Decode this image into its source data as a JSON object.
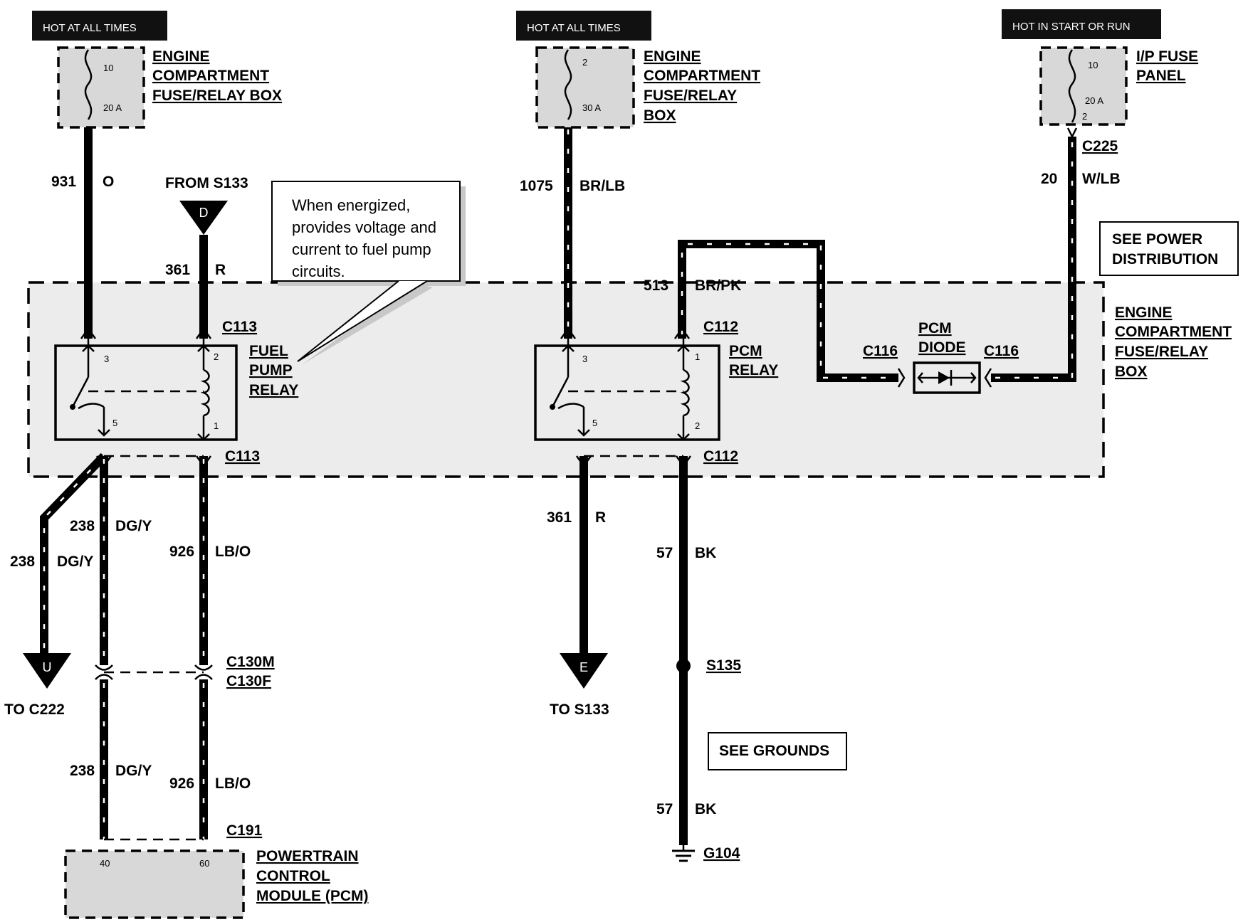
{
  "headers": {
    "left": "HOT AT ALL TIMES",
    "middle": "HOT AT ALL TIMES",
    "right": "HOT IN START OR RUN"
  },
  "fuses": {
    "left": {
      "top": "10",
      "rating": "20 A",
      "name_lines": [
        "ENGINE",
        "COMPARTMENT",
        "FUSE/RELAY BOX"
      ]
    },
    "middle": {
      "top": "2",
      "rating": "30 A",
      "name_lines": [
        "ENGINE",
        "COMPARTMENT",
        "FUSE/RELAY",
        "BOX"
      ]
    },
    "right": {
      "top": "10",
      "rating": "20 A",
      "bottom": "2",
      "name_lines": [
        "I/P FUSE",
        "PANEL"
      ]
    }
  },
  "wires": {
    "w931": {
      "circuit": "931",
      "color": "O"
    },
    "w361_in": {
      "circuit": "361",
      "color": "R"
    },
    "w1075": {
      "circuit": "1075",
      "color": "BR/LB"
    },
    "w513": {
      "circuit": "513",
      "color": "BR/PK"
    },
    "w20": {
      "circuit": "20",
      "color": "W/LB"
    },
    "w238_u": {
      "circuit": "238",
      "color": "DG/Y"
    },
    "w238_a": {
      "circuit": "238",
      "color": "DG/Y"
    },
    "w926_a": {
      "circuit": "926",
      "color": "LB/O"
    },
    "w238_b": {
      "circuit": "238",
      "color": "DG/Y"
    },
    "w926_b": {
      "circuit": "926",
      "color": "LB/O"
    },
    "w361_out": {
      "circuit": "361",
      "color": "R"
    },
    "w57_a": {
      "circuit": "57",
      "color": "BK"
    },
    "w57_b": {
      "circuit": "57",
      "color": "BK"
    }
  },
  "from_s133": {
    "label": "FROM S133",
    "letter": "D"
  },
  "to_c222": {
    "label": "TO C222",
    "letter": "U"
  },
  "to_s133": {
    "label": "TO S133",
    "letter": "E"
  },
  "callout": {
    "lines": [
      "When energized,",
      "provides voltage and",
      "current to fuel pump",
      "circuits."
    ]
  },
  "connectors": {
    "c113_top": "C113",
    "c113_bottom": "C113",
    "c112_top": "C112",
    "c112_bottom": "C112",
    "c116_left": "C116",
    "c116_right": "C116",
    "c225": "C225",
    "c130m": "C130M",
    "c130f": "C130F",
    "c191": "C191",
    "s135": "S135",
    "g104": "G104"
  },
  "fuel_pump_relay": {
    "name_lines": [
      "FUEL",
      "PUMP",
      "RELAY"
    ],
    "pins": {
      "p3": "3",
      "p2": "2",
      "p5": "5",
      "p1": "1"
    }
  },
  "pcm_relay": {
    "name_lines": [
      "PCM",
      "RELAY"
    ],
    "pins": {
      "p3": "3",
      "p1": "1",
      "p5": "5",
      "p2": "2"
    }
  },
  "pcm_diode": {
    "name_lines": [
      "PCM",
      "DIODE"
    ]
  },
  "zone_label_lines": [
    "ENGINE",
    "COMPARTMENT",
    "FUSE/RELAY",
    "BOX"
  ],
  "see_power": [
    "SEE POWER",
    "DISTRIBUTION"
  ],
  "see_grounds": "SEE GROUNDS",
  "pcm_module": {
    "pins": {
      "p40": "40",
      "p60": "60"
    },
    "name_lines": [
      "POWERTRAIN",
      "CONTROL",
      "MODULE (PCM)"
    ]
  }
}
